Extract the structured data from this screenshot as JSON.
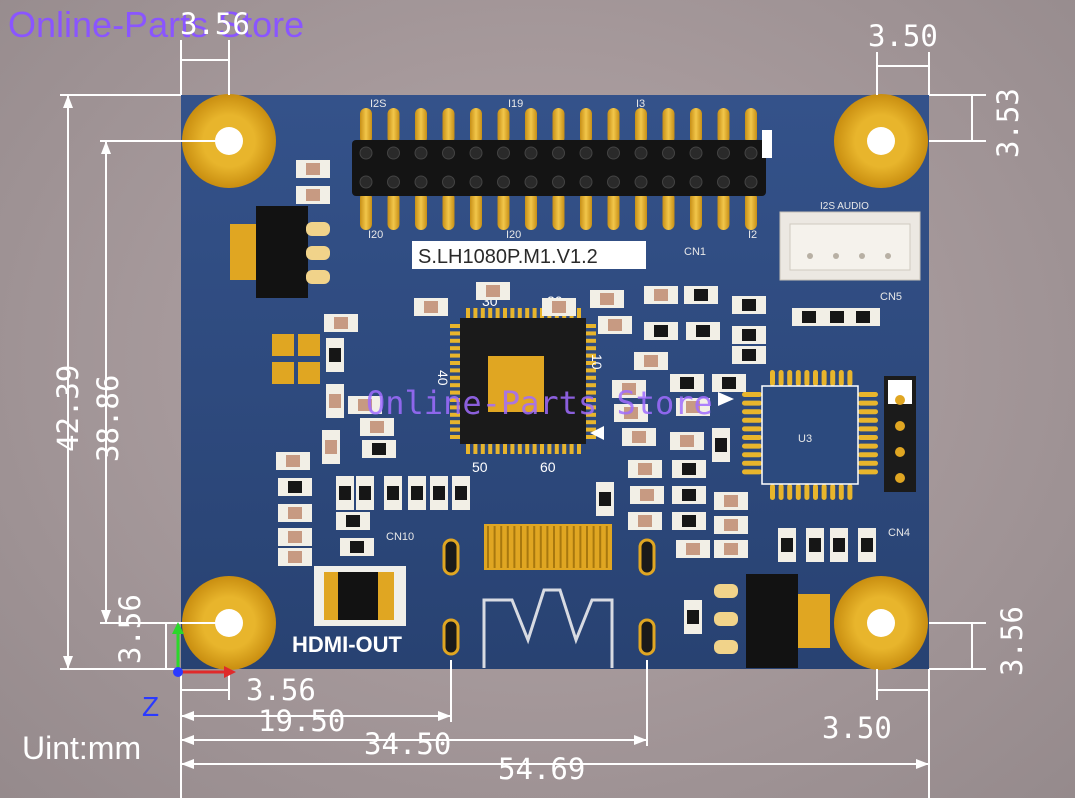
{
  "watermark": {
    "top_left": "Online-Parts Store",
    "center": "Online-Parts Store"
  },
  "unit_label": "Uint:mm",
  "board": {
    "model_label": "S.LH1080P.M1.V1.2",
    "hdmi_label": "HDMI-OUT",
    "header_pin_labels": [
      "I2S",
      "I19",
      "I3",
      "I20",
      "I20",
      "I2"
    ],
    "connectors": {
      "cn1": "CN1",
      "cn5": "CN5",
      "cn4": "CN4",
      "cn10": "CN10",
      "i2s_audio": "I2S AUDIO",
      "u3": "U3"
    },
    "ic_pin_labels": [
      "30",
      "20",
      "40",
      "10",
      "50",
      "60"
    ]
  },
  "dimensions": {
    "top_left_hole": "3.56",
    "top_right_hole_h": "3.50",
    "top_right_hole_v": "3.53",
    "overall_height": "42.39",
    "hole_span_height": "38.86",
    "bottom_left_hole_v": "3.56",
    "bottom_left_hole_h": "3.56",
    "bottom_right_hole_v": "3.56",
    "bottom_right_hole_h": "3.50",
    "hdmi_left": "19.50",
    "hdmi_right": "34.50",
    "overall_width": "54.69"
  },
  "axes": {
    "z_label": "Z"
  },
  "colors": {
    "board": "#2e4a7c",
    "gold": "#d9a21c",
    "dimension_lines": "#ffffff",
    "watermark": "#8a55ff"
  }
}
